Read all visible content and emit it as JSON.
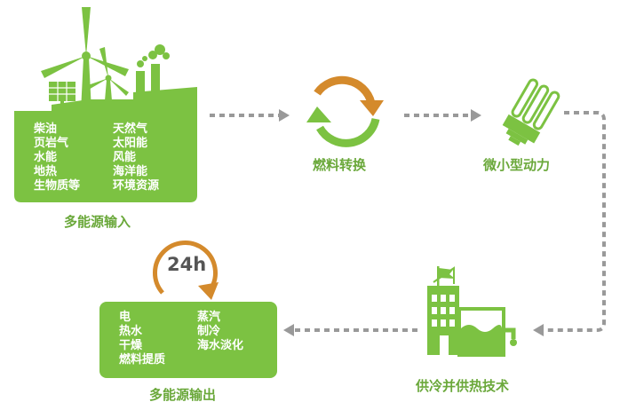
{
  "colors": {
    "green": "#7cc242",
    "green_text": "#6aa83a",
    "orange": "#d48a2c",
    "arrow": "#999999",
    "badge_text": "#555555"
  },
  "icons": {
    "input": "wind-turbine-factory-icon",
    "conversion": "cycle-arrows-icon",
    "power": "cfl-bulb-icon",
    "chp": "chp-plant-icon",
    "output": "24h-clock-icon"
  },
  "input_box": {
    "col1": [
      "柴油",
      "页岩气",
      "水能",
      "地热",
      "生物质等"
    ],
    "col2": [
      "天然气",
      "太阳能",
      "风能",
      "海洋能",
      "环境资源"
    ],
    "caption": "多能源输入"
  },
  "conversion": {
    "caption": "燃料转换"
  },
  "power": {
    "caption": "微小型动力"
  },
  "chp": {
    "caption": "供冷并供热技术"
  },
  "output_box": {
    "badge": "24h",
    "col1": [
      "电",
      "热水",
      "干燥",
      "燃料提质"
    ],
    "col2": [
      "蒸汽",
      "制冷",
      "海水淡化"
    ],
    "caption": "多能源输出"
  }
}
